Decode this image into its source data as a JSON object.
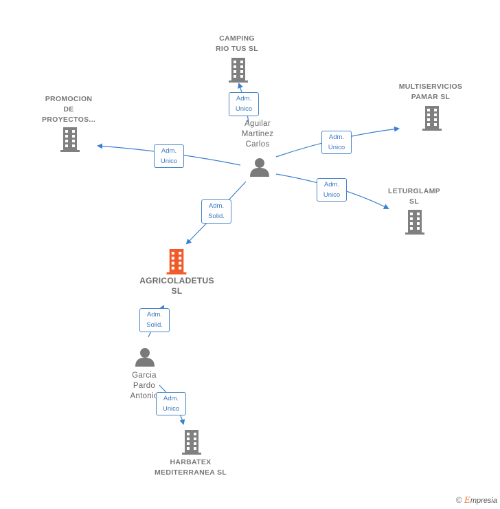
{
  "nodes": {
    "camping": {
      "label": "CAMPING\nRIO TUS  SL"
    },
    "promocion": {
      "label": "PROMOCION\nDE\nPROYECTOS..."
    },
    "multiservicios": {
      "label": "MULTISERVICIOS\nPAMAR  SL"
    },
    "leturglamp": {
      "label": "LETURGLAMP\nSL"
    },
    "aguilar": {
      "label": "Aguilar\nMartinez\nCarlos"
    },
    "agricoladetus": {
      "label": "AGRICOLADETUS\nSL"
    },
    "garcia": {
      "label": "Garcia\nPardo\nAntonio"
    },
    "harbatex": {
      "label": "HARBATEX\nMEDITERRANEA SL"
    }
  },
  "edges": {
    "to_camping": "Adm.\nUnico",
    "to_promocion": "Adm.\nUnico",
    "to_multiservicios": "Adm.\nUnico",
    "to_leturglamp": "Adm.\nUnico",
    "to_agricoladetus": "Adm.\nSolid.",
    "garcia_to_agricoladetus": "Adm.\nSolid.",
    "garcia_to_harbatex": "Adm.\nUnico"
  },
  "footer": {
    "copyright": "©",
    "brand_initial": "E",
    "brand_rest": "mpresia"
  },
  "colors": {
    "company": "#808080",
    "focus_company": "#f05a28",
    "person": "#7a7a7a",
    "edge": "#3a7fd0"
  }
}
